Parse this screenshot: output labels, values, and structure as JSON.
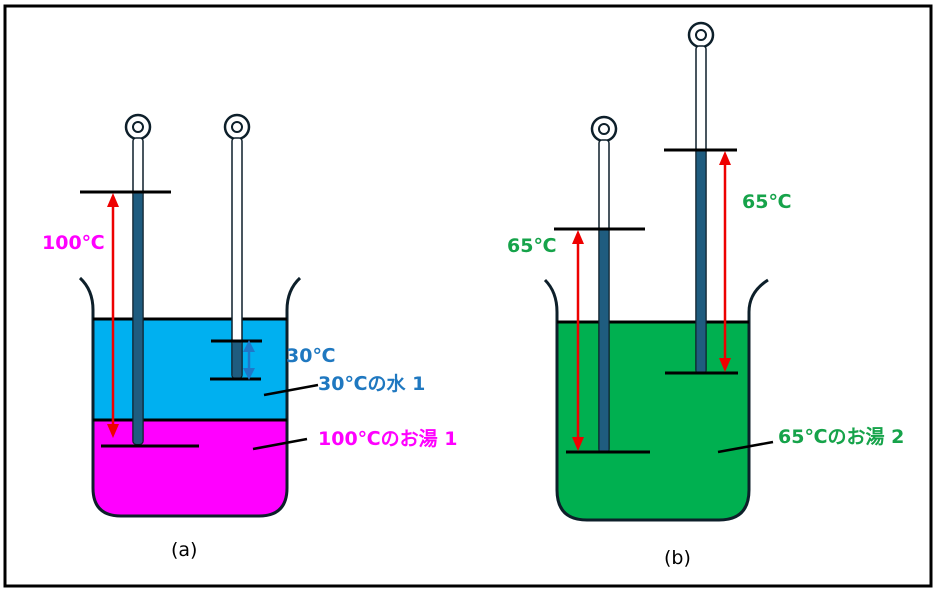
{
  "colors": {
    "hot_water": "#ff00ff",
    "cold_water": "#00b0f0",
    "mixed_water": "#00b050",
    "thermo_fill": "#1f5c7f",
    "arrow_red": "#ee0000",
    "arrow_blue": "#1f77c8",
    "label_magenta": "#ff00ff",
    "label_blue": "#1f78c0",
    "label_green": "#16a34a"
  },
  "panel_a": {
    "caption": "(a)",
    "hot_reading": "100℃",
    "cold_reading": "30℃",
    "cold_layer_label": "30℃の水 1",
    "hot_layer_label": "100℃のお湯 1"
  },
  "panel_b": {
    "caption": "(b)",
    "left_reading": "65℃",
    "right_reading": "65℃",
    "mixed_label": "65℃のお湯 2"
  }
}
